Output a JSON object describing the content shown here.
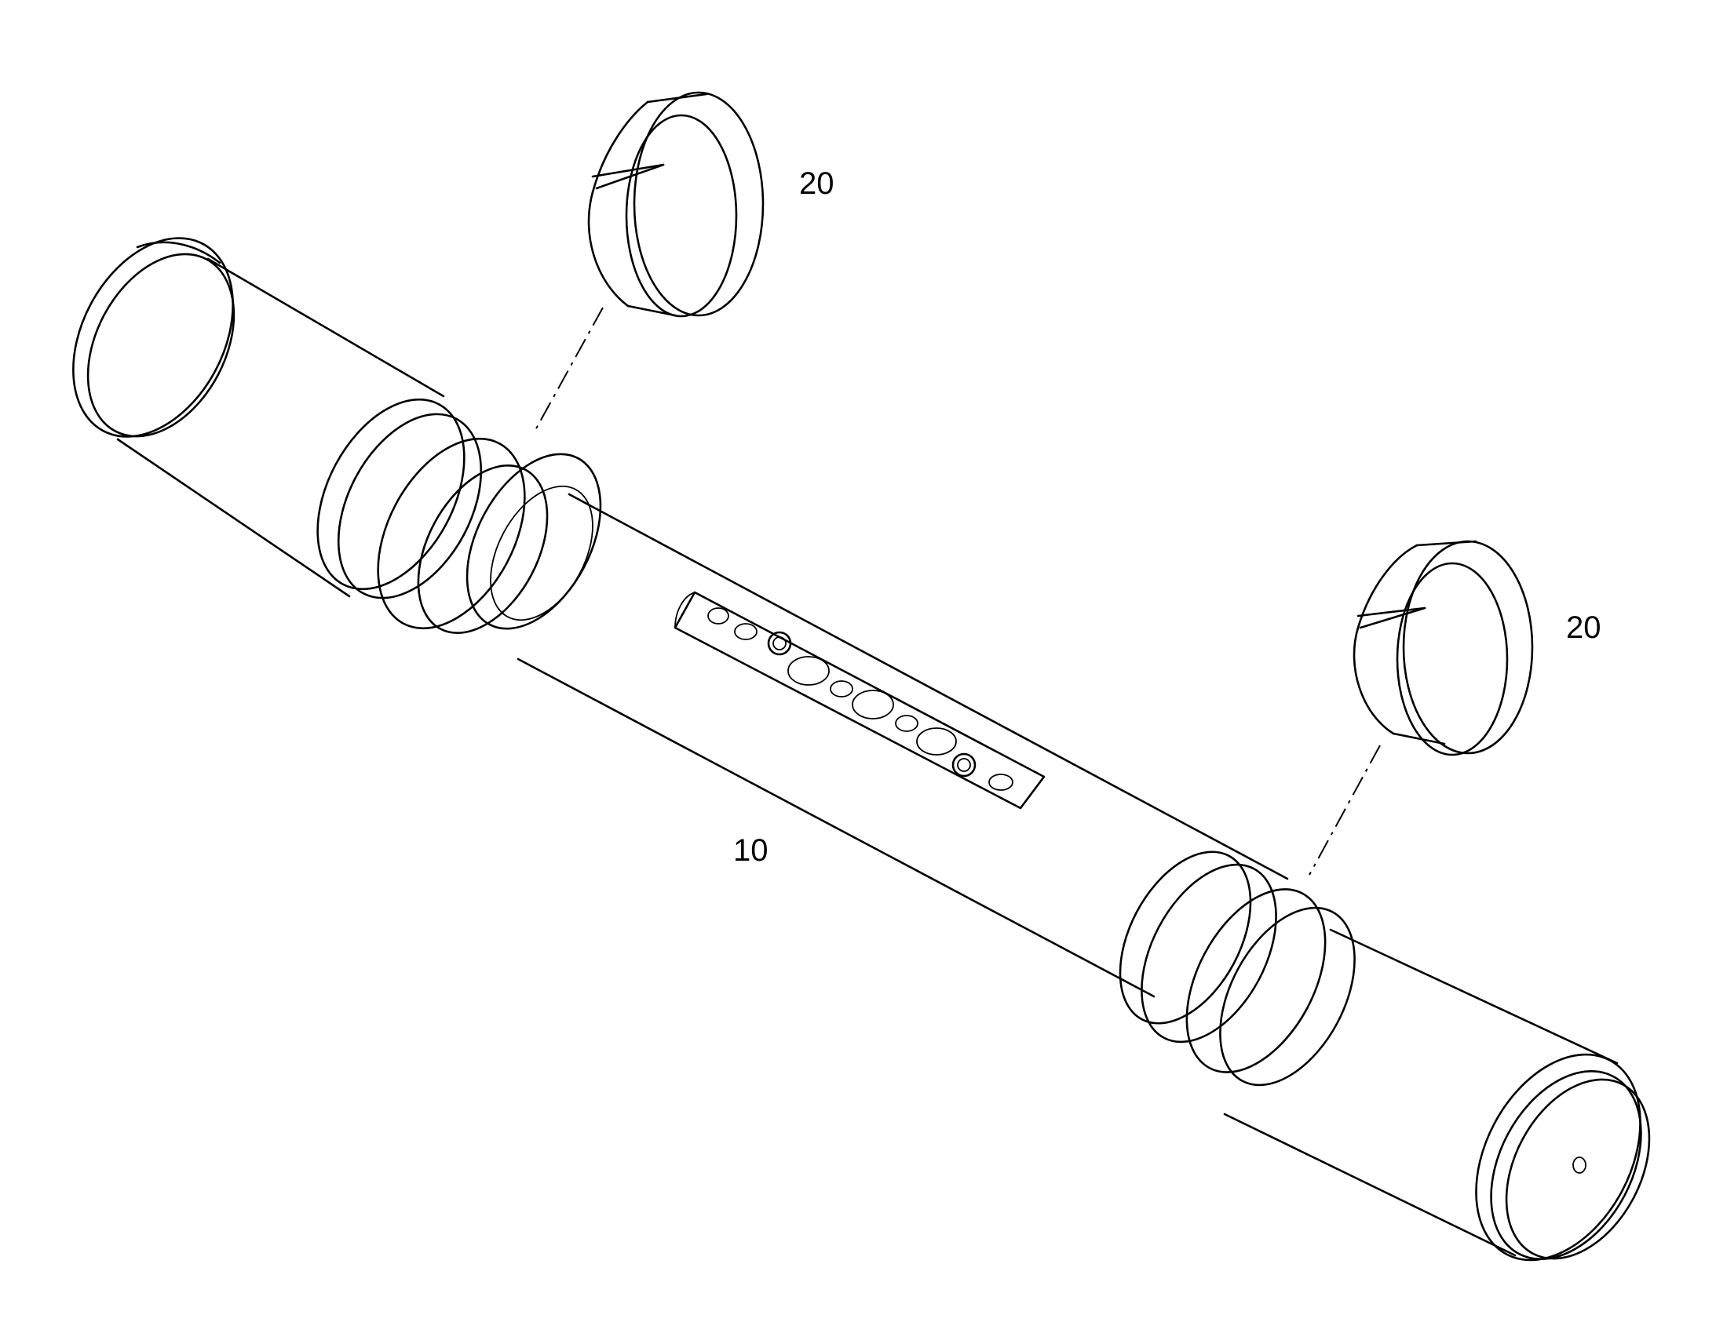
{
  "labels": {
    "ring_top": "20",
    "ring_right": "20",
    "shaft": "10"
  },
  "colors": {
    "line": "#000000",
    "background": "#ffffff"
  }
}
